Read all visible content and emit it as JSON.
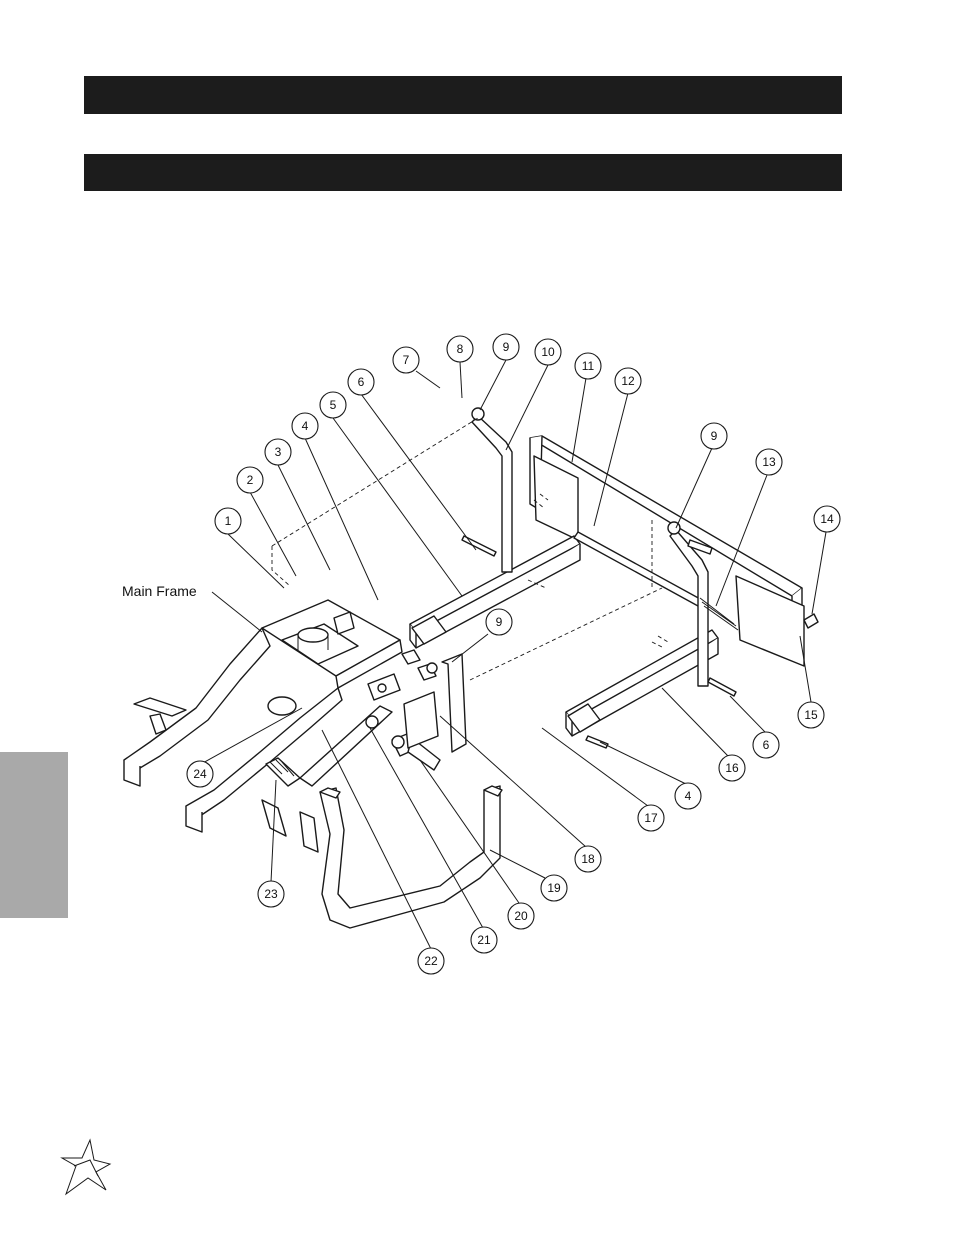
{
  "header": {
    "bar1_text": "",
    "bar2_text": ""
  },
  "diagram": {
    "main_frame_label": "Main Frame",
    "callouts": [
      {
        "id": "c1",
        "label": "1"
      },
      {
        "id": "c2",
        "label": "2"
      },
      {
        "id": "c3",
        "label": "3"
      },
      {
        "id": "c4a",
        "label": "4"
      },
      {
        "id": "c5",
        "label": "5"
      },
      {
        "id": "c6a",
        "label": "6"
      },
      {
        "id": "c7",
        "label": "7"
      },
      {
        "id": "c8",
        "label": "8"
      },
      {
        "id": "c9a",
        "label": "9"
      },
      {
        "id": "c10",
        "label": "10"
      },
      {
        "id": "c11",
        "label": "11"
      },
      {
        "id": "c12",
        "label": "12"
      },
      {
        "id": "c9b",
        "label": "9"
      },
      {
        "id": "c13",
        "label": "13"
      },
      {
        "id": "c14",
        "label": "14"
      },
      {
        "id": "c9c",
        "label": "9"
      },
      {
        "id": "c15",
        "label": "15"
      },
      {
        "id": "c6b",
        "label": "6"
      },
      {
        "id": "c16",
        "label": "16"
      },
      {
        "id": "c4b",
        "label": "4"
      },
      {
        "id": "c17",
        "label": "17"
      },
      {
        "id": "c18",
        "label": "18"
      },
      {
        "id": "c19",
        "label": "19"
      },
      {
        "id": "c20",
        "label": "20"
      },
      {
        "id": "c21",
        "label": "21"
      },
      {
        "id": "c22",
        "label": "22"
      },
      {
        "id": "c23",
        "label": "23"
      },
      {
        "id": "c24",
        "label": "24"
      }
    ]
  }
}
